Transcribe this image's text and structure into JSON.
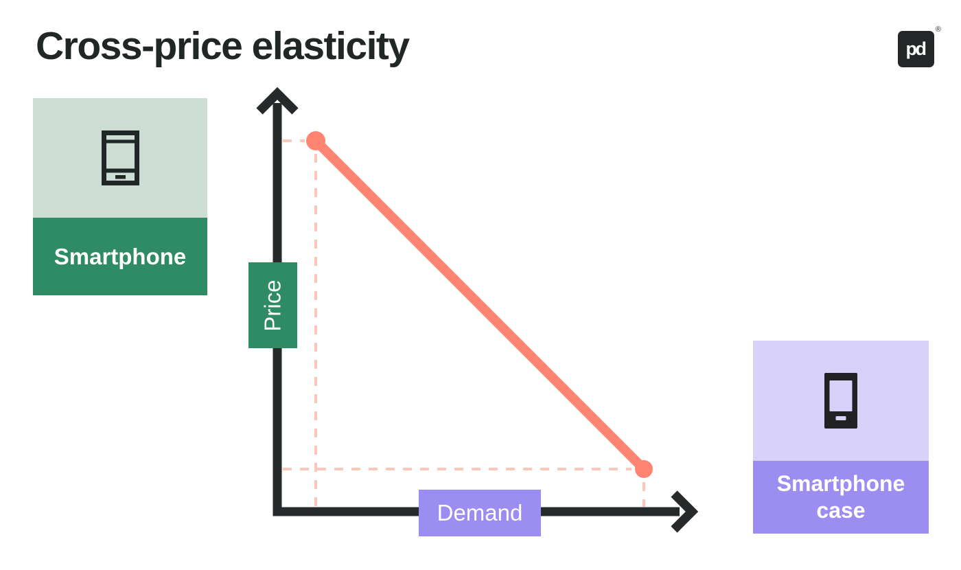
{
  "title": "Cross-price elasticity",
  "logo": {
    "name": "pandadoc-logo",
    "text": "pd",
    "registered_mark": "®"
  },
  "cards": {
    "smartphone": {
      "label": "Smartphone",
      "icon": "smartphone-outline-icon",
      "bg_top": "#cdddd4",
      "bg_bottom": "#2e8b64"
    },
    "smartphone_case": {
      "label_line1": "Smartphone",
      "label_line2": "case",
      "icon": "smartphone-case-filled-icon",
      "bg_top": "#d8d1f9",
      "bg_bottom": "#9c8df1"
    }
  },
  "chart_data": {
    "type": "line",
    "title": "Cross-price elasticity",
    "xlabel": "Demand",
    "ylabel": "Price",
    "x_axis": {
      "label": "Demand",
      "tick_labels": [],
      "arrow": true
    },
    "y_axis": {
      "label": "Price",
      "tick_labels": [],
      "arrow": true
    },
    "grid": false,
    "legend": false,
    "series": [
      {
        "name": "demand-curve",
        "color": "#ff8472",
        "style": "straight line with endpoint dots, downward sloping",
        "points_normalized": [
          {
            "x": 0.1,
            "y": 0.9
          },
          {
            "x": 0.89,
            "y": 0.1
          }
        ]
      }
    ],
    "annotations": [
      "dashed guide line from y-axis to high point",
      "vertical dashed guide line from high point down to x-axis",
      "horizontal dashed guide line from y-axis to low point",
      "vertical dashed guide line from low point down to x-axis"
    ]
  },
  "colors": {
    "background": "#ffffff",
    "ink": "#212626",
    "axis": "#262a2a",
    "curve": "#ff8472",
    "dashed_guide": "#fbc7ba",
    "green_dark": "#2e8b64",
    "green_light": "#cdddd4",
    "purple": "#9c8df1",
    "purple_light": "#d8d1f9",
    "label_text": "#ffffff"
  }
}
